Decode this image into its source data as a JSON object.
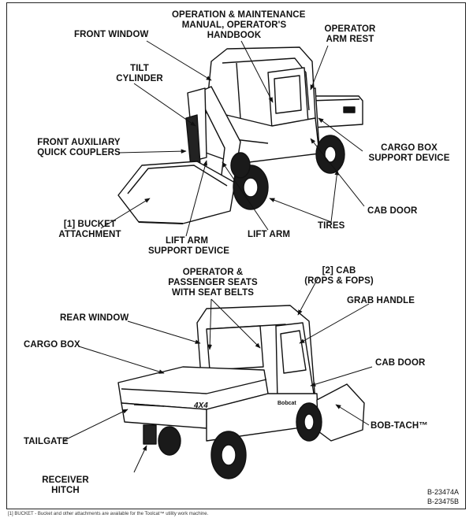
{
  "labels": {
    "front_window": "FRONT WINDOW",
    "om_manual_1": "OPERATION & MAINTENANCE",
    "om_manual_2": "MANUAL, OPERATOR'S",
    "om_manual_3": "HANDBOOK",
    "arm_rest_1": "OPERATOR",
    "arm_rest_2": "ARM REST",
    "tilt_cyl_1": "TILT",
    "tilt_cyl_2": "CYLINDER",
    "aux_couplers_1": "FRONT AUXILIARY",
    "aux_couplers_2": "QUICK COUPLERS",
    "cargo_support_1": "CARGO BOX",
    "cargo_support_2": "SUPPORT DEVICE",
    "cab_door_top": "CAB DOOR",
    "bucket_1": "[1] BUCKET",
    "bucket_2": "ATTACHMENT",
    "tires": "TIRES",
    "lift_arm_support_1": "LIFT ARM",
    "lift_arm_support_2": "SUPPORT DEVICE",
    "lift_arm": "LIFT ARM",
    "seats_1": "OPERATOR &",
    "seats_2": "PASSENGER SEATS",
    "seats_3": "WITH SEAT BELTS",
    "cab_1": "[2]  CAB",
    "cab_2": "(ROPS & FOPS)",
    "grab_handle": "GRAB HANDLE",
    "rear_window": "REAR WINDOW",
    "cargo_box": "CARGO BOX",
    "cab_door_bottom": "CAB DOOR",
    "tailgate": "TAILGATE",
    "bob_tach": "BOB-TACH™",
    "receiver_1": "RECEIVER",
    "receiver_2": "HITCH"
  },
  "refs": {
    "top": "B-23474A",
    "bottom": "B-23475B"
  },
  "vehicle_text": {
    "badge": "4X4",
    "brand": "Bobcat"
  },
  "footnote": "[1] BUCKET - Bucket and other attachments are available for the Toolcat™ utility work machine.",
  "colors": {
    "ink": "#111111",
    "body_fill": "#ffffff",
    "tire": "#1a1a1a"
  }
}
